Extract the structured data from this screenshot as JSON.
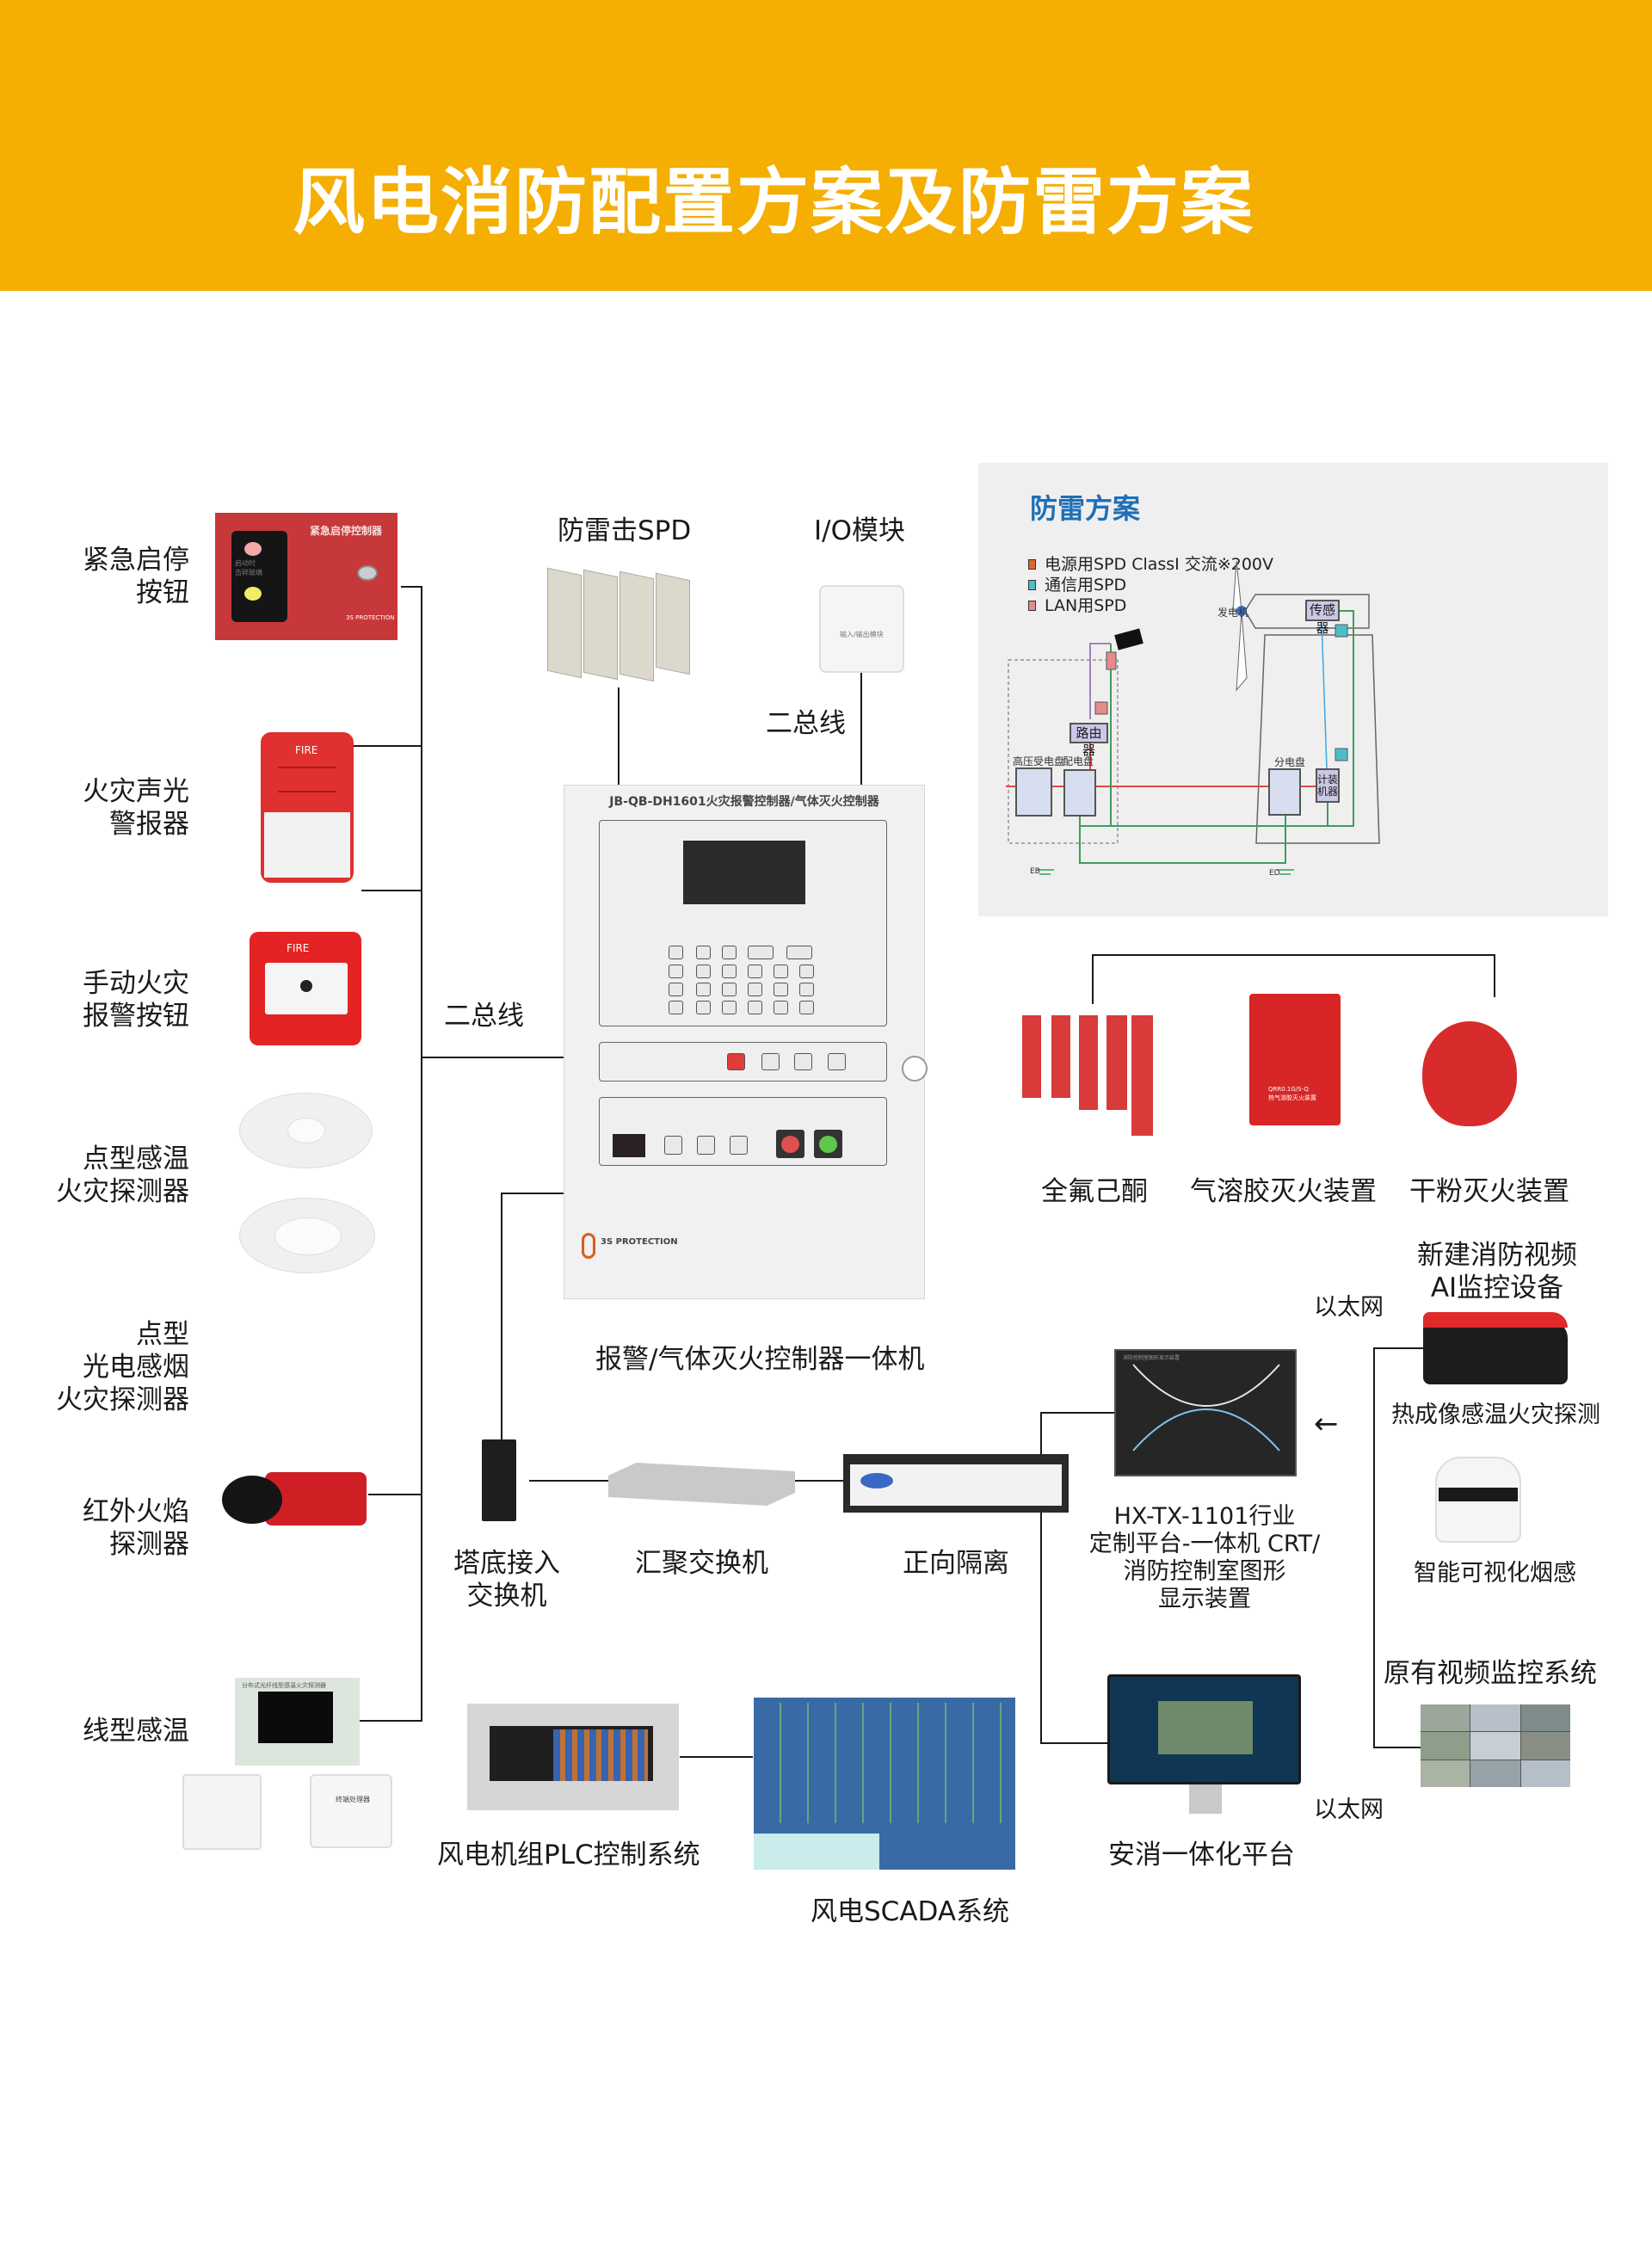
{
  "header": {
    "title": "风电消防配置方案及防雷方案",
    "banner_color": "#f5ae02"
  },
  "left_devices": [
    {
      "label_lines": [
        "紧急启停",
        "按钮"
      ],
      "device_text": "紧急启停控制器",
      "window_text": [
        "启动时",
        "击碎玻璃"
      ],
      "brand": "3S PROTECTION"
    },
    {
      "label_lines": [
        "火灾声光",
        "警报器"
      ],
      "device_text": "FIRE"
    },
    {
      "label_lines": [
        "手动火灾",
        "报警按钮"
      ],
      "device_text": "FIRE"
    },
    {
      "label_lines": [
        "点型感温",
        "火灾探测器"
      ]
    },
    {
      "label_lines": [
        "点型",
        "光电感烟",
        "火灾探测器"
      ]
    },
    {
      "label_lines": [
        "红外火焰",
        "探测器"
      ]
    },
    {
      "label_lines": [
        "线型感温"
      ],
      "device_text": "分布式光纤线型感温火灾探测器",
      "sub_device_text": "终端处理器"
    }
  ],
  "bus_labels": {
    "left_bus": "二总线",
    "top_bus": "二总线"
  },
  "top_devices": {
    "spd_label": "防雷击SPD",
    "io_label": "I/O模块",
    "io_device_text": "输入/输出模块"
  },
  "controller": {
    "panel_title": "JB-QB-DH1601火灾报警控制器/气体灭火控制器",
    "brand": "3S PROTECTION",
    "caption": "报警/气体灭火控制器一体机"
  },
  "lightning": {
    "title": "防雷方案",
    "title_color": "#1f6fb8",
    "legend": [
      {
        "label": "电源用SPD ClassI  交流※200V",
        "color": "#e0672a"
      },
      {
        "label": "通信用SPD",
        "color": "#4bbfc9"
      },
      {
        "label": "LAN用SPD",
        "color": "#e68a8a"
      }
    ],
    "nodes": {
      "generator": "发电机",
      "sensor": "传感器",
      "router": "路由器",
      "hv_panel": "高压受电盘",
      "dist_panel": "配电盘",
      "sub_panel": "分电盘",
      "meter": "计装机器",
      "ground_left": "EB",
      "ground_right": "ED"
    }
  },
  "suppression": {
    "items": [
      "全氟己酮",
      "气溶胶灭火装置",
      "干粉灭火装置"
    ],
    "aerosol_text": [
      "QRR0.1G/S-Q",
      "热气溶胶灭火装置"
    ]
  },
  "network": {
    "tower_switch": [
      "塔底接入",
      "交换机"
    ],
    "agg_switch": "汇聚交换机",
    "isolator": "正向隔离",
    "crt_lines": [
      "HX-TX-1101行业",
      "定制平台-一体机 CRT/",
      "消防控制室图形",
      "显示装置"
    ],
    "crt_screen_title": "消防控制室图形显示装置",
    "ethernet_top": "以太网",
    "ethernet_bottom": "以太网",
    "arrow": "←",
    "platform": "安消一体化平台",
    "plc": "风电机组PLC控制系统",
    "scada": "风电SCADA系统"
  },
  "video": {
    "ai_title": [
      "新建消防视频",
      "AI监控设备"
    ],
    "thermal": "热成像感温火灾探测",
    "smoke": "智能可视化烟感",
    "legacy": "原有视频监控系统"
  }
}
